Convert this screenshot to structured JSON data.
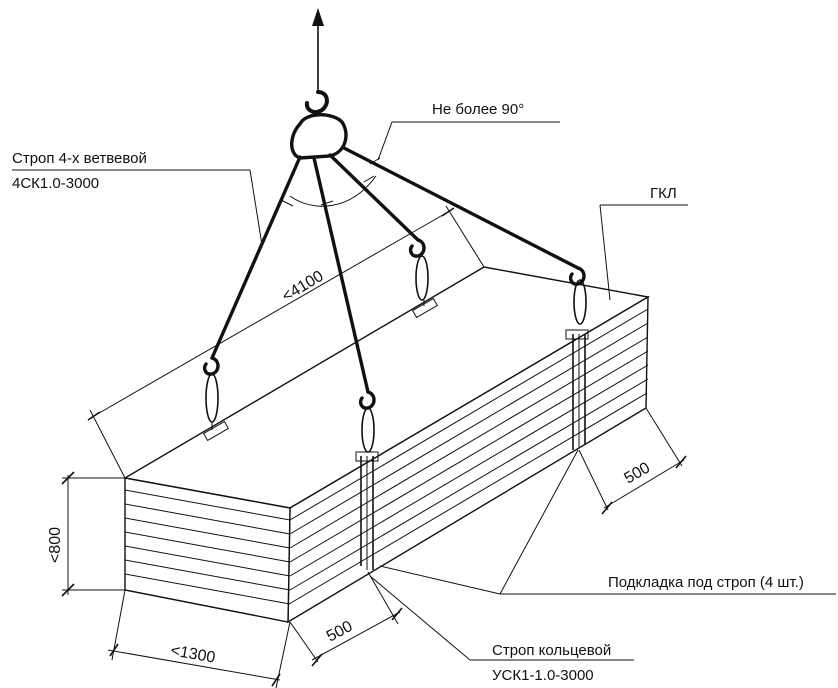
{
  "labels": {
    "sling_multi_line1": "Строп 4-х ветвевой",
    "sling_multi_line2": "4СК1.0-3000",
    "angle": "Не более 90°",
    "gkl": "ГКЛ",
    "pad": "Подкладка под строп (4 шт.)",
    "sling_ring_line1": "Строп кольцевой",
    "sling_ring_line2": "УСК1-1.0-3000"
  },
  "dimensions": {
    "length": "<4100",
    "height": "<800",
    "width": "<1300",
    "offset_left": "500",
    "offset_right": "500"
  }
}
